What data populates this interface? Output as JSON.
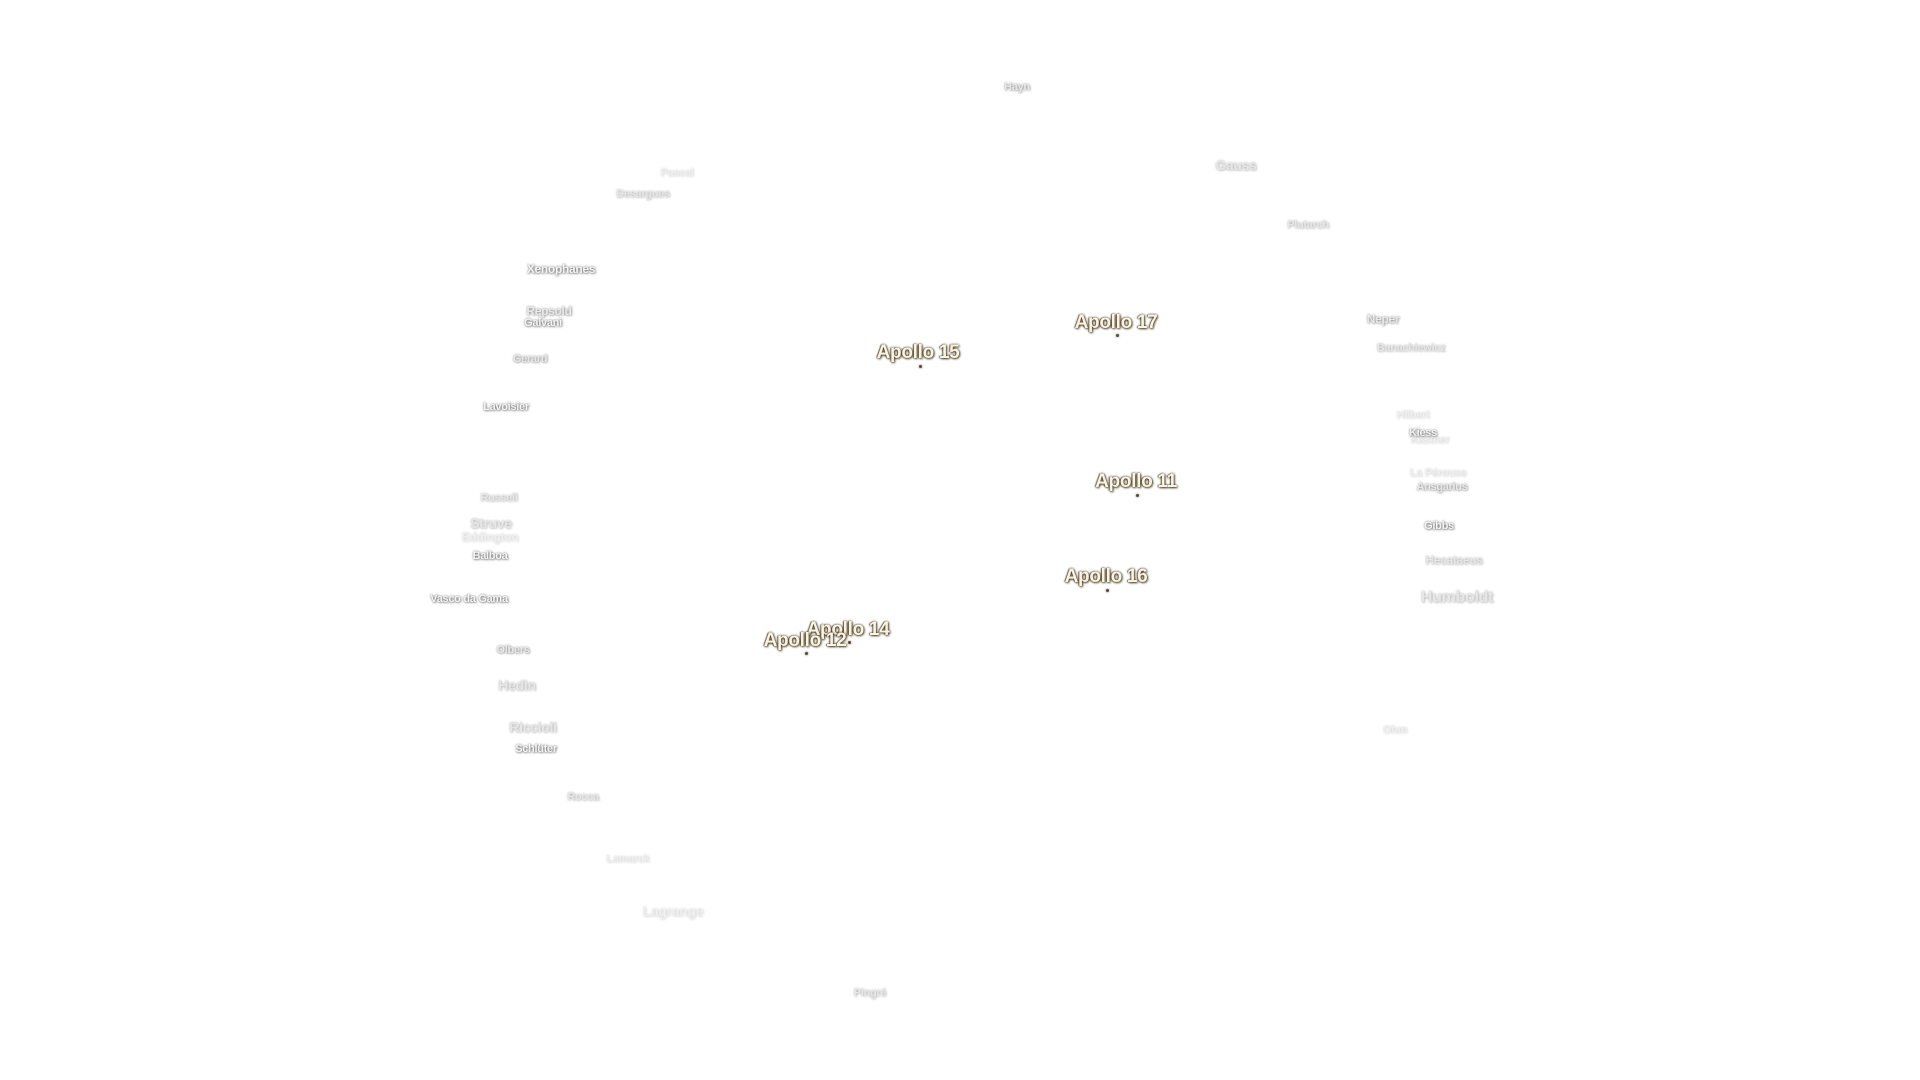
{
  "apollo_sites": [
    {
      "id": "apollo-11",
      "label": "Apollo 11"
    },
    {
      "id": "apollo-12",
      "label": "Apollo 12"
    },
    {
      "id": "apollo-14",
      "label": "Apollo 14"
    },
    {
      "id": "apollo-15",
      "label": "Apollo 15"
    },
    {
      "id": "apollo-16",
      "label": "Apollo 16"
    },
    {
      "id": "apollo-17",
      "label": "Apollo 17"
    }
  ],
  "features": {
    "hayn": "Hayn",
    "gauss": "Gauss",
    "plutarch": "Plutarch",
    "pascal": "Pascal",
    "desargues": "Desargues",
    "xenophanes": "Xenophanes",
    "repsold": "Repsold",
    "galvani": "Galvani",
    "gerard": "Gerard",
    "lavoisier": "Lavoisier",
    "russell": "Russell",
    "struve": "Struve",
    "eddington": "Eddington",
    "balboa": "Balboa",
    "vasco_da_gama": "Vasco da Gama",
    "olbers": "Olbers",
    "hedin": "Hedin",
    "riccioli": "Riccioli",
    "schluter": "Schlüter",
    "rocca": "Rocca",
    "lamarck": "Lamarck",
    "lagrange": "Lagrange",
    "pingre": "Pingré",
    "neper": "Neper",
    "banachiewicz": "Banachiewicz",
    "hilbert": "Hilbert",
    "kiess": "Kiess",
    "kastner": "Kästner",
    "la_perouse": "La Pérouse",
    "ansgarius": "Ansgarius",
    "gibbs": "Gibbs",
    "hecataeus": "Hecataeus",
    "humboldt": "Humboldt",
    "ohm": "Ohm"
  }
}
